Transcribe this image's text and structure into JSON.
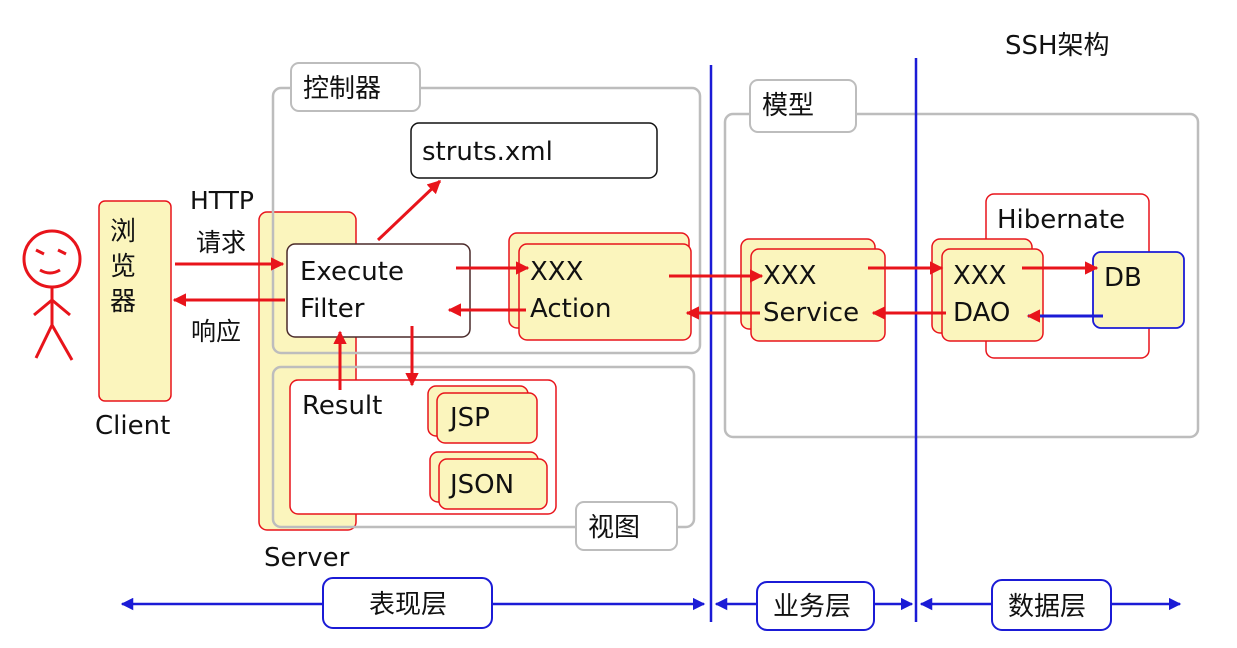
{
  "title": "SSH架构",
  "client": {
    "browser_label_lines": [
      "浏",
      "览",
      "器"
    ],
    "label": "Client"
  },
  "request": {
    "line1": "HTTP",
    "line2": "请求"
  },
  "response": "响应",
  "server_label": "Server",
  "controller": {
    "label": "控制器",
    "config_file": "struts.xml",
    "filter_lines": [
      "Execute",
      "Filter"
    ],
    "action_lines": [
      "XXX",
      "Action"
    ]
  },
  "view": {
    "label": "视图",
    "result": "Result",
    "jsp": "JSP",
    "json": "JSON"
  },
  "model": {
    "label": "模型",
    "service_lines": [
      "XXX",
      "Service"
    ],
    "hibernate": "Hibernate",
    "dao_lines": [
      "XXX",
      "DAO"
    ],
    "db": "DB"
  },
  "layers": {
    "presentation": "表现层",
    "business": "业务层",
    "data": "数据层"
  },
  "colors": {
    "red": "#e8141b",
    "blue": "#1b1bd6",
    "yellow_fill": "#fbf5bd",
    "gray_border": "#bdbdbd"
  }
}
